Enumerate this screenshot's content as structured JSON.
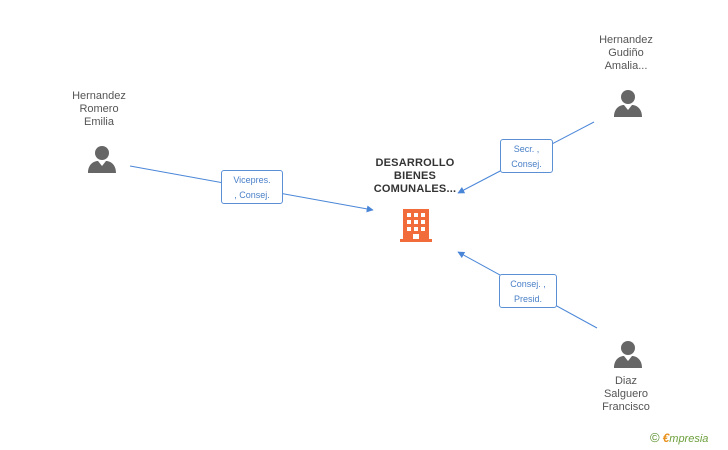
{
  "company": {
    "name": "DESARROLLO\nBIENES\nCOMUNALES...",
    "icon": "building-icon",
    "color": "#f26b3a"
  },
  "people": [
    {
      "name": "Hernandez\nRomero\nEmilia",
      "icon": "person-icon"
    },
    {
      "name": "Hernandez\nGudiño\nAmalia...",
      "icon": "person-icon"
    },
    {
      "name": "Diaz\nSalguero\nFrancisco",
      "icon": "person-icon"
    }
  ],
  "relations": [
    {
      "from": "Hernandez Romero Emilia",
      "to": "DESARROLLO BIENES COMUNALES...",
      "label": "Vicepres.\n, Consej."
    },
    {
      "from": "Hernandez Gudiño Amalia...",
      "to": "DESARROLLO BIENES COMUNALES...",
      "label": "Secr. ,\nConsej."
    },
    {
      "from": "Diaz Salguero Francisco",
      "to": "DESARROLLO BIENES COMUNALES...",
      "label": "Consej. ,\nPresid."
    }
  ],
  "colors": {
    "link": "#4a86d8",
    "person": "#666666",
    "company": "#f26b3a"
  },
  "footer": {
    "copyright_symbol": "©",
    "brand_initial": "€",
    "brand_rest": "mpresia"
  }
}
